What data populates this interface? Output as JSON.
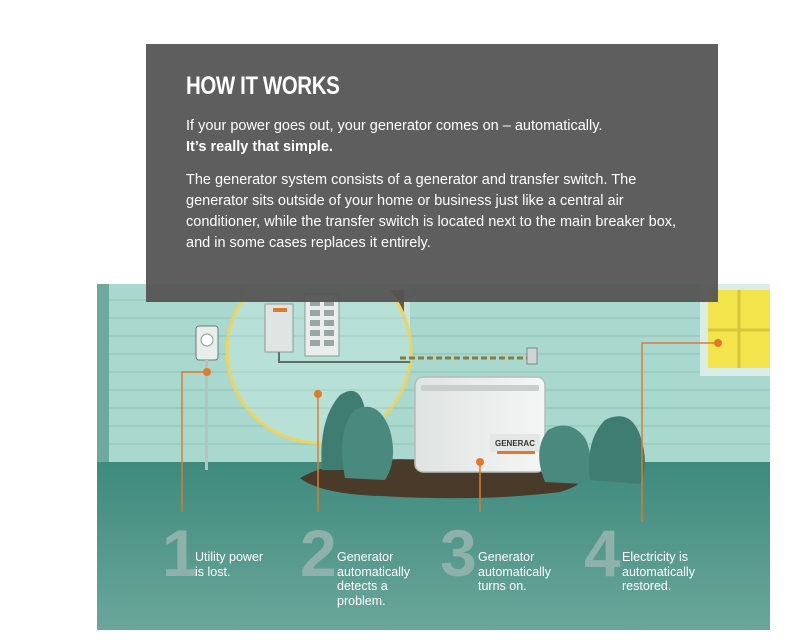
{
  "panel": {
    "title": "HOW IT WORKS",
    "intro": "If your power goes out, your generator comes on – automatically.",
    "intro_bold": "It’s really that simple.",
    "body": "The generator system consists of a generator and transfer switch. The generator sits outside of your home or business just like a central air conditioner, while the transfer switch is located next to the main breaker box, and in some cases replaces it entirely."
  },
  "brand": "GENERAC",
  "steps": [
    {
      "number": "1",
      "caption": "Utility power\nis lost."
    },
    {
      "number": "2",
      "caption": "Generator\nautomatically\ndetects a\nproblem."
    },
    {
      "number": "3",
      "caption": "Generator\nautomatically\nturns on."
    },
    {
      "number": "4",
      "caption": "Electricity is\nautomatically\nrestored."
    }
  ],
  "colors": {
    "panel": "#545454",
    "wall": "#a8d8ce",
    "lawn": "#4a8e82",
    "shrub": "#3f7d72",
    "accent_orange": "#e07a2a",
    "window_yellow": "#f5e84a",
    "step_number": "#8fb1ab"
  }
}
